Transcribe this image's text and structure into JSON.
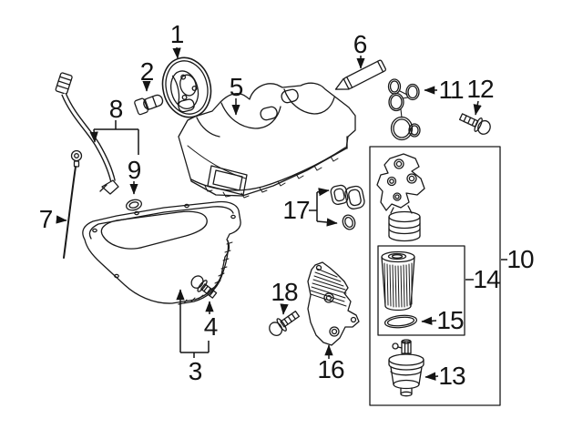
{
  "diagram": {
    "background_color": "#ffffff",
    "line_color": "#1a1a1a"
  },
  "callouts": {
    "c1": "1",
    "c2": "2",
    "c3": "3",
    "c4": "4",
    "c5": "5",
    "c6": "6",
    "c7": "7",
    "c8": "8",
    "c9": "9",
    "c10": "10",
    "c11": "11",
    "c12": "12",
    "c13": "13",
    "c14": "14",
    "c15": "15",
    "c16": "16",
    "c17": "17",
    "c18": "18"
  }
}
